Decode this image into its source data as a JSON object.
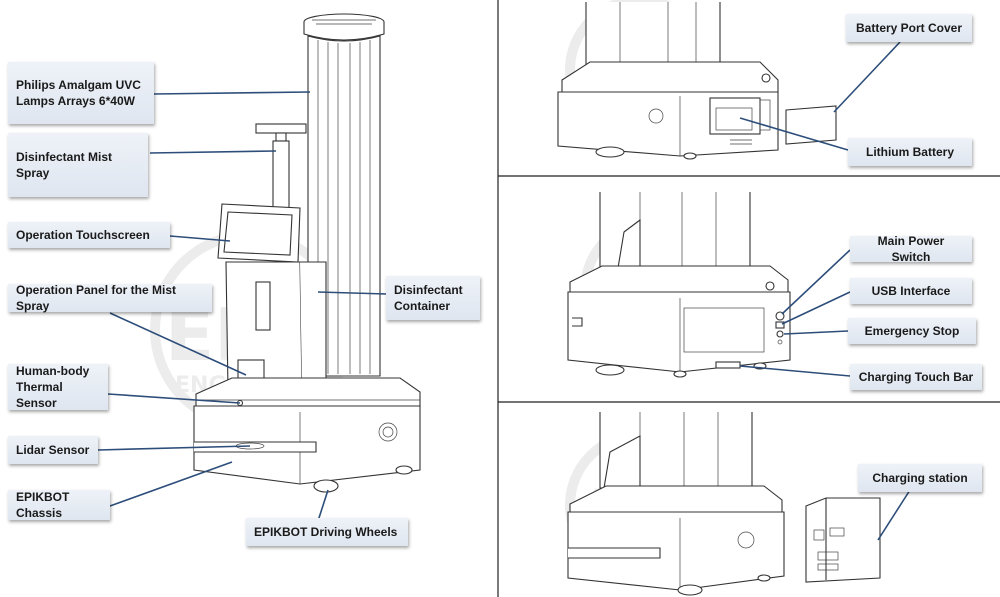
{
  "left_labels": {
    "uvc_lamps": "Philips Amalgam UVC\nLamps Arrays 6*40W",
    "mist_spray": "Disinfectant Mist\nSpray",
    "touchscreen": "Operation Touchscreen",
    "panel_mist": "Operation Panel for the Mist Spray",
    "thermal_sensor": "Human-body\nThermal Sensor",
    "lidar": "Lidar Sensor",
    "chassis": "EPIKBOT Chassis",
    "wheels": "EPIKBOT Driving Wheels",
    "container": "Disinfectant\nContainer"
  },
  "top_right_labels": {
    "battery_cover": "Battery Port Cover",
    "lithium_battery": "Lithium Battery"
  },
  "middle_right_labels": {
    "main_power": "Main Power Switch",
    "usb": "USB Interface",
    "emergency": "Emergency Stop",
    "charging_bar": "Charging Touch Bar"
  },
  "bottom_right_labels": {
    "charging_station": "Charging station"
  },
  "watermark": {
    "text": "EPIK",
    "subtext": "ENGINEERING"
  }
}
